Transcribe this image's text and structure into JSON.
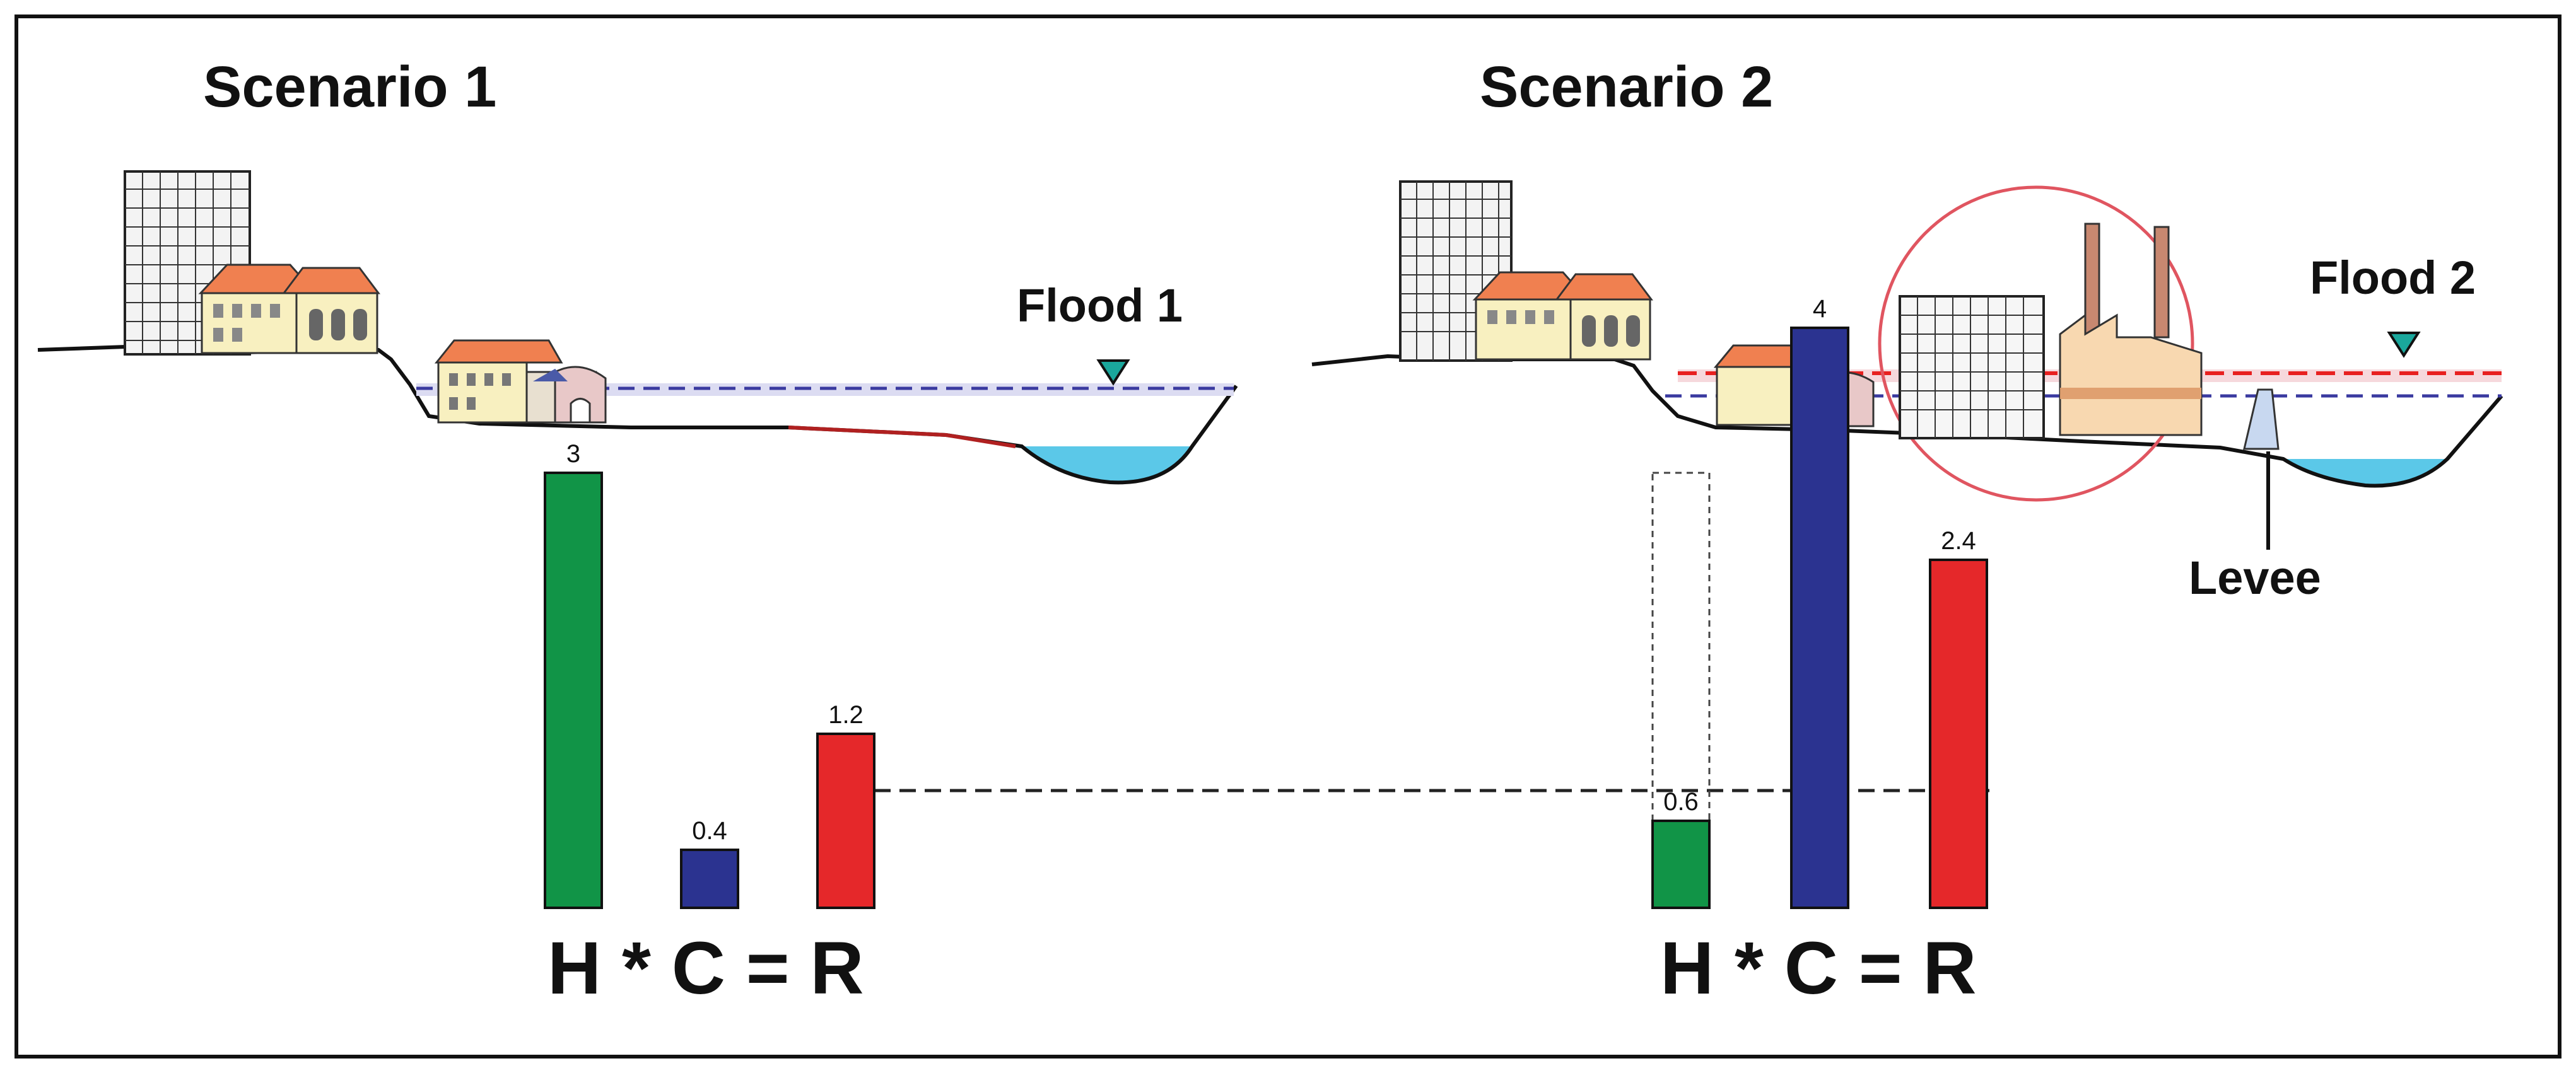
{
  "scenario1": {
    "title": "Scenario 1",
    "flood_label": "Flood 1",
    "equation": "H * C = R",
    "bars": {
      "H": {
        "value": 3,
        "label": "3",
        "color": "#119447"
      },
      "C": {
        "value": 0.4,
        "label": "0.4",
        "color": "#2b3390"
      },
      "R": {
        "value": 1.2,
        "label": "1.2",
        "color": "#e5282a"
      }
    }
  },
  "scenario2": {
    "title": "Scenario 2",
    "flood_label": "Flood 2",
    "levee_label": "Levee",
    "equation": "H * C = R",
    "bars": {
      "H": {
        "value": 0.6,
        "label": "0.6",
        "color": "#119447",
        "previous_value": 3
      },
      "C": {
        "value": 4,
        "label": "4",
        "color": "#2b3390"
      },
      "R": {
        "value": 2.4,
        "label": "2.4",
        "color": "#e5282a"
      }
    }
  },
  "colors": {
    "hazard": "#119447",
    "consequence": "#2b3390",
    "risk": "#e5282a",
    "water": "#5bc8e8",
    "flood_marker": "#1aa79c",
    "highlight_circle": "#e05560"
  }
}
